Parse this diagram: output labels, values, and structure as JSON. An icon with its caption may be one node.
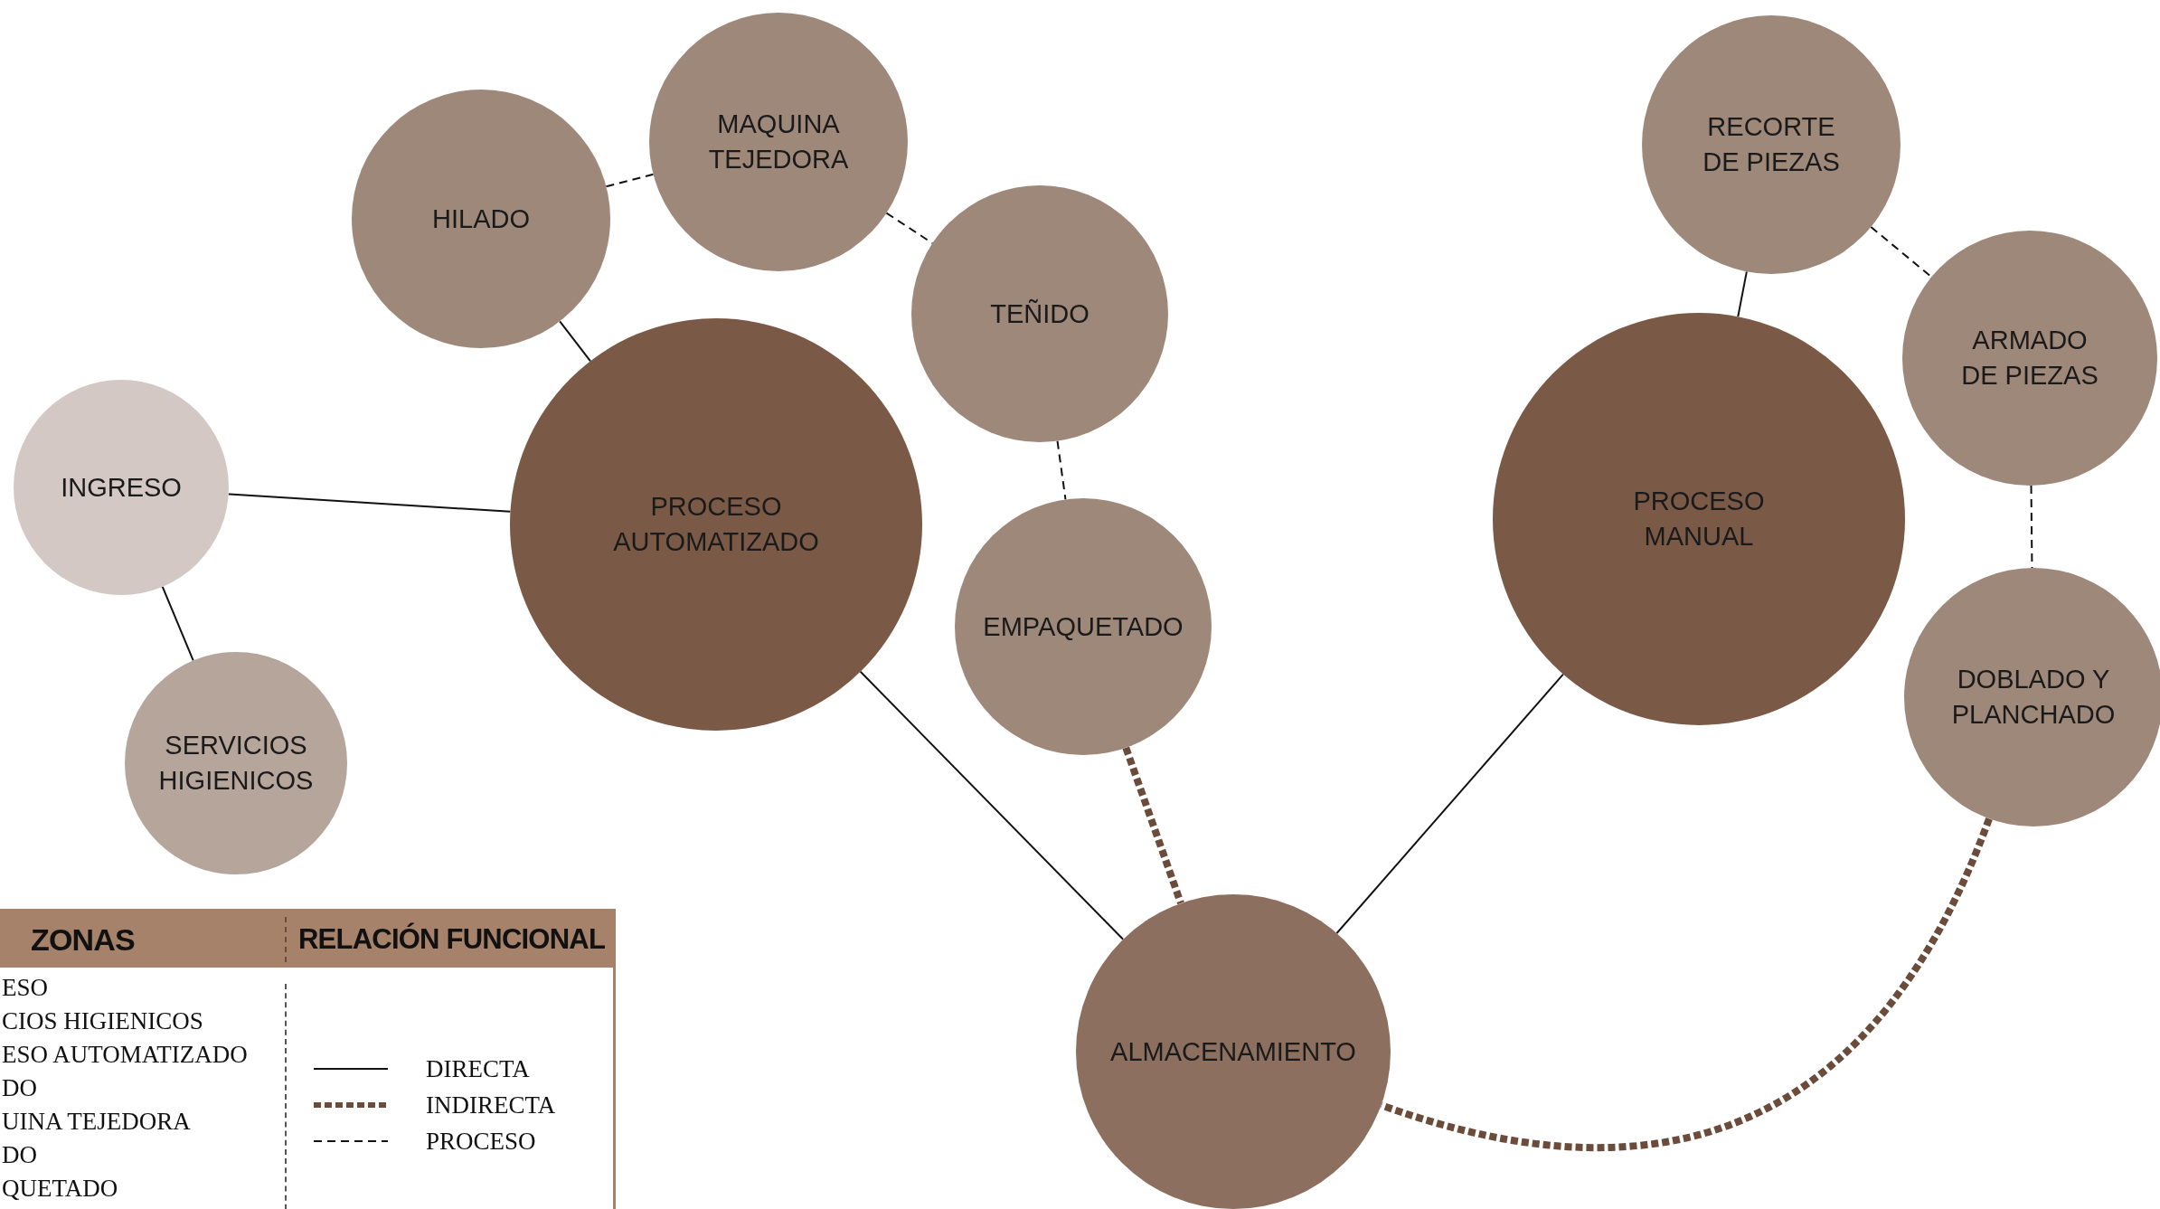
{
  "diagram": {
    "nodes": [
      {
        "text": [
          "MAQUINA TEJEDORA"
        ]
      },
      {
        "text": [
          "RECORTE DE PIEZAS"
        ]
      },
      {
        "text": [
          "HILADO"
        ]
      },
      {
        "text": [
          "TEÑIDO"
        ]
      },
      {
        "text": [
          "ARMADO DE PIEZAS"
        ]
      },
      {
        "text": [
          "INGRESO"
        ]
      },
      {
        "text": [
          "PROCESO AUTOMATIZADO"
        ]
      },
      {
        "text": [
          "PROCESO MANUAL"
        ]
      },
      {
        "text": [
          "EMPAQUETADO"
        ]
      },
      {
        "text": [
          "DOBLADO Y PLANCHADO"
        ]
      },
      {
        "text": [
          "SERVICIOS HIGIENICOS"
        ]
      },
      {
        "text": [
          "ALMACENAMIENTO"
        ]
      }
    ],
    "edges": [
      {
        "from": 5,
        "to": 6,
        "arrow": "none"
      },
      {
        "from": 5,
        "to": 10,
        "arrow": "none"
      },
      {
        "from": 2,
        "to": 6,
        "arrow": "none"
      },
      {
        "from": 2,
        "to": 0,
        "arrow": "none",
        "style": "dashed"
      },
      {
        "from": 0,
        "to": 3,
        "arrow": "none",
        "style": "dashed"
      },
      {
        "from": 3,
        "to": 8,
        "arrow": "none",
        "style": "dashed"
      },
      {
        "from": 6,
        "to": 11,
        "arrow": "none"
      },
      {
        "from": 8,
        "to": 11,
        "arrow": "none",
        "style": "dashed",
        "color": "#6b4c3b"
      },
      {
        "from": 7,
        "to": 11,
        "arrow": "none"
      },
      {
        "from": 1,
        "to": 7,
        "arrow": "none"
      },
      {
        "from": 1,
        "to": 4,
        "arrow": "none",
        "style": "dashed"
      },
      {
        "from": 4,
        "to": 9,
        "arrow": "none",
        "style": "dashed"
      },
      {
        "from": 9,
        "to": 11,
        "arrow": "none",
        "style": "dashed",
        "color": "#6b4c3b"
      }
    ],
    "labels": [
      "ZONAS",
      "RELACIÓN FUNCIONAL",
      "ESO",
      "CIOS HIGIENICOS",
      "ESO AUTOMATIZADO",
      "DO",
      "UINA TEJEDORA",
      "DO",
      "QUETADO"
    ],
    "legend": [
      {
        "text": "DIRECTA"
      },
      {
        "text": "INDIRECTA"
      },
      {
        "text": "PROCESO"
      }
    ]
  }
}
